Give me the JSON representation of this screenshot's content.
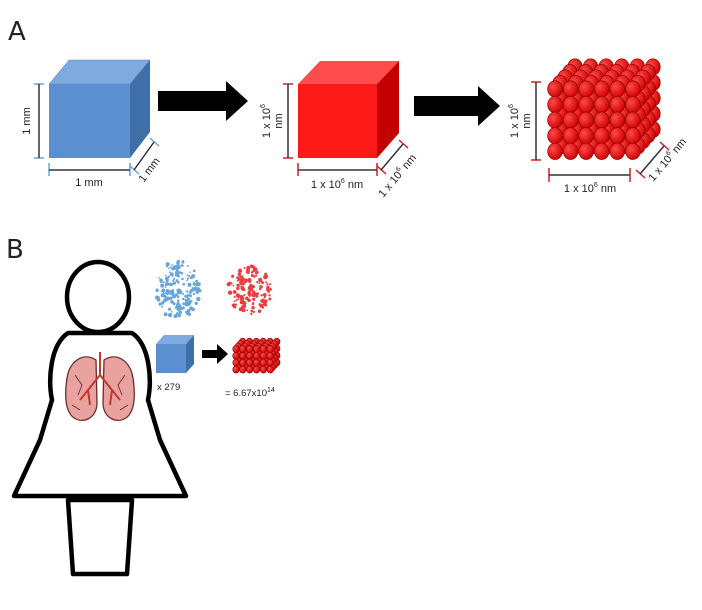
{
  "panels": {
    "a": "A",
    "b": "B"
  },
  "panel_a": {
    "cube1": {
      "height_label": "1 mm",
      "width_label": "1 mm",
      "depth_label": "1 mm"
    },
    "cube2": {
      "height_label_1": "1 x 10",
      "height_label_sup": "6",
      "height_label_2": "nm",
      "width_label": "1 x 10",
      "width_label_sup": "6",
      "width_unit": " nm",
      "depth_label": "1 x 10",
      "depth_label_sup": "6",
      "depth_unit": " nm"
    },
    "cube3": {
      "height_label_1": "1 x 10",
      "height_label_sup": "6",
      "height_label_2": "nm",
      "width_label": "1 x 10",
      "width_label_sup": "6",
      "width_unit": " nm",
      "depth_label": "1 x 10",
      "depth_label_sup": "6",
      "depth_unit": " nm"
    }
  },
  "panel_b": {
    "multiplier": "x 279",
    "result_prefix": "= 6.67x10",
    "result_sup": "14"
  },
  "colors": {
    "blue_front": "#5b8fcf",
    "blue_top": "#7eaae0",
    "blue_side": "#3f6fa8",
    "red_front": "#ff1a1a",
    "red_top": "#ff4d4d",
    "red_side": "#c40000",
    "dim_red": "#d42020",
    "dim_blue": "#6aa5d8",
    "lung": "#e8a3a0"
  },
  "icons": [
    "arrow-right-icon",
    "lungs-icon",
    "person-icon",
    "particle-cluster-icon"
  ]
}
